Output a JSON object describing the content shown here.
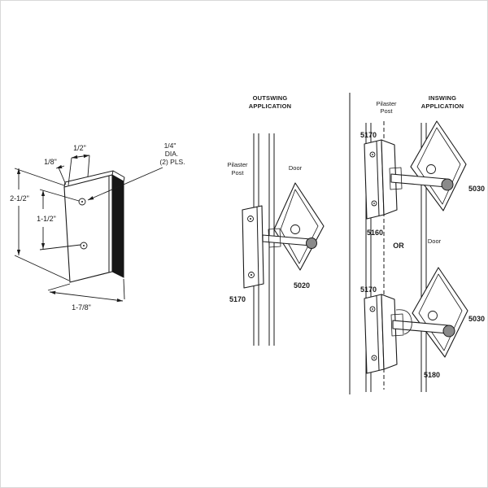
{
  "left_drawing": {
    "dim_half": "1/2\"",
    "dim_eighth": "1/8\"",
    "hole_note_line1": "1/4\"",
    "hole_note_line2": "DIA.",
    "hole_note_line3": "(2) PLS.",
    "dim_height": "2-1/2\"",
    "dim_hole_spacing": "1-1/2\"",
    "dim_width": "1-7/8\""
  },
  "outswing": {
    "header_line1": "OUTSWING",
    "header_line2": "APPLICATION",
    "pilaster_line1": "Pilaster",
    "pilaster_line2": "Post",
    "door_label": "Door",
    "keeper_part": "5170",
    "latch_part": "5020"
  },
  "inswing": {
    "header_line1": "INSWING",
    "header_line2": "APPLICATION",
    "pilaster_line1": "Pilaster",
    "pilaster_line2": "Post",
    "door_label": "Door",
    "or_label": "OR",
    "top": {
      "keeper_part": "5170",
      "latch_part": "5030",
      "alt_part": "5160"
    },
    "bottom": {
      "keeper_part": "5170",
      "latch_part": "5030",
      "alt_part": "5180"
    }
  }
}
